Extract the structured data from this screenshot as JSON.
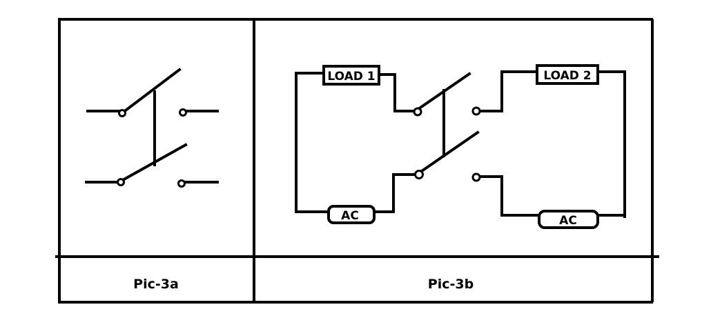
{
  "panels": {
    "left": {
      "caption": "Pic-3a"
    },
    "right": {
      "caption": "Pic-3b"
    }
  },
  "components": {
    "load1": "LOAD 1",
    "load2": "LOAD 2",
    "source_left": "AC",
    "source_right": "AC"
  },
  "colors": {
    "ink": "#000000",
    "background": "#ffffff"
  }
}
